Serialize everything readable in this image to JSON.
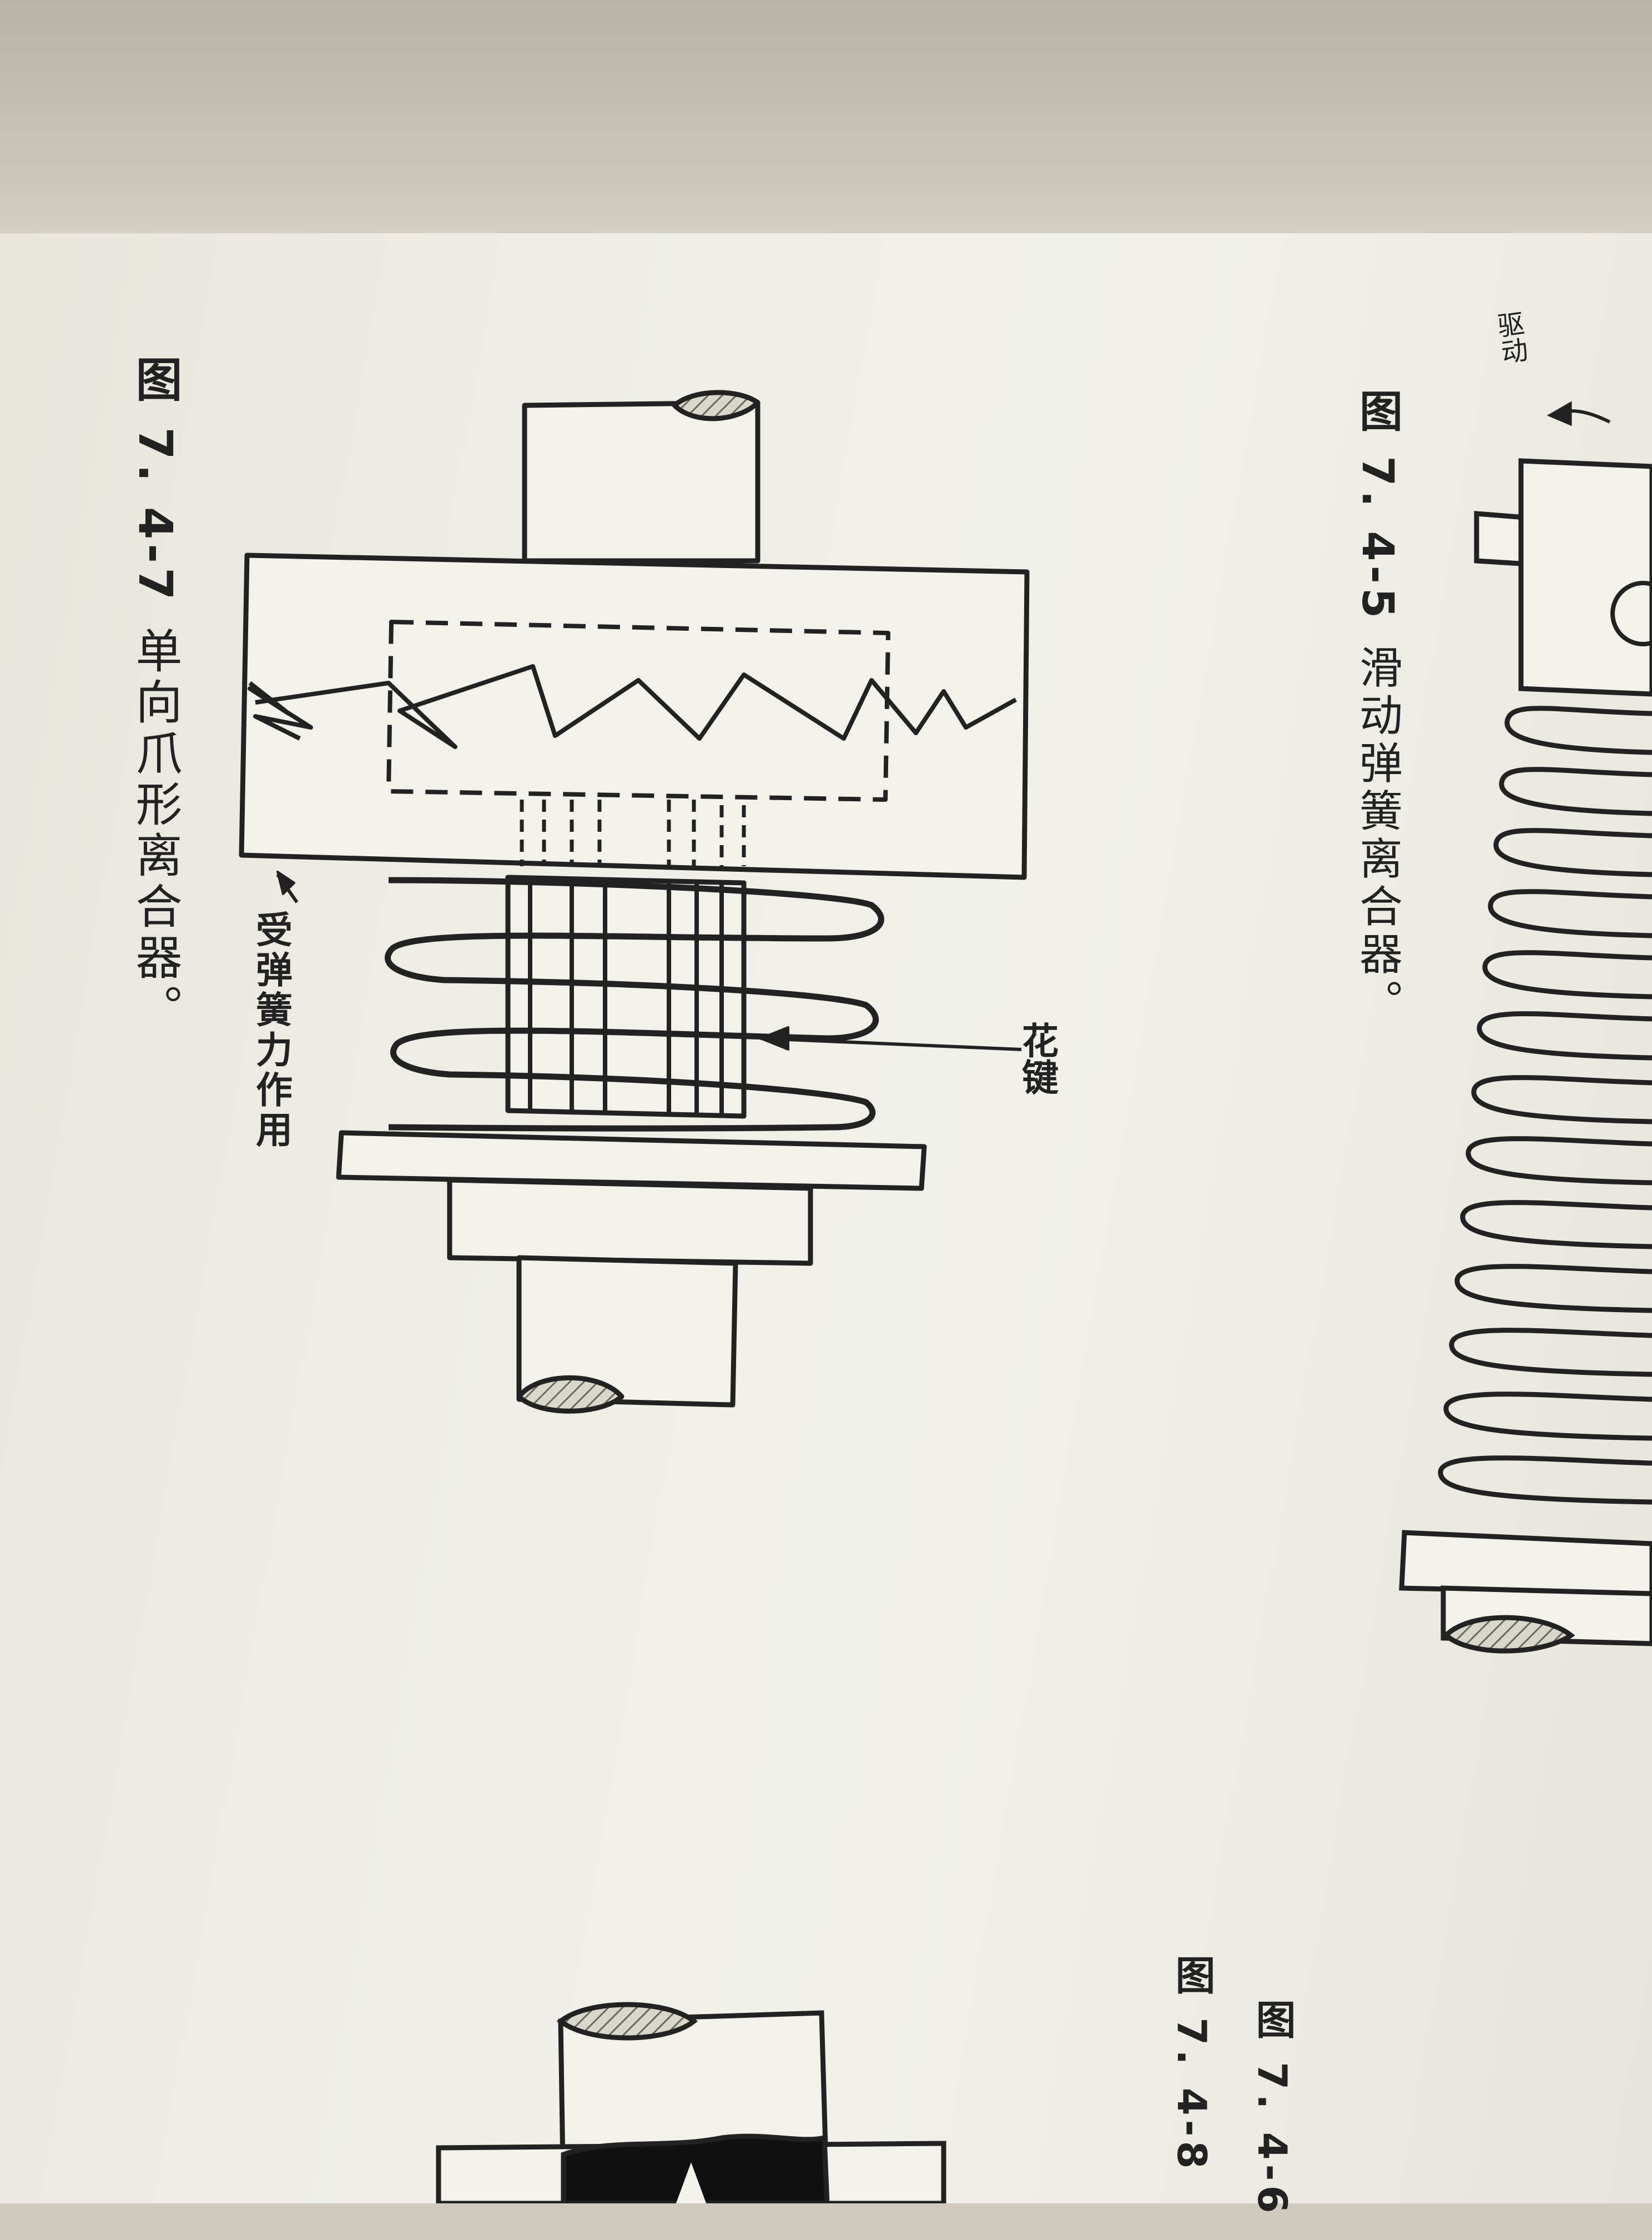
{
  "figures": {
    "fig_7_4_5": {
      "number": "图 7. 4-5",
      "title": "滑动弹簧离合器。"
    },
    "fig_7_4_6": {
      "number": "图 7. 4-6",
      "title": ""
    },
    "fig_7_4_7": {
      "number": "图 7. 4-7",
      "title": "单向爪形离合器。"
    },
    "fig_7_4_8": {
      "number": "图 7. 4-8",
      "title": ""
    }
  },
  "labels": {
    "spline": "花键",
    "spring_force": "受弹簧力作用",
    "drive": "驱动"
  },
  "colors": {
    "ink": "#222222",
    "paper": "#efeee8",
    "hatch": "#8a8478"
  }
}
